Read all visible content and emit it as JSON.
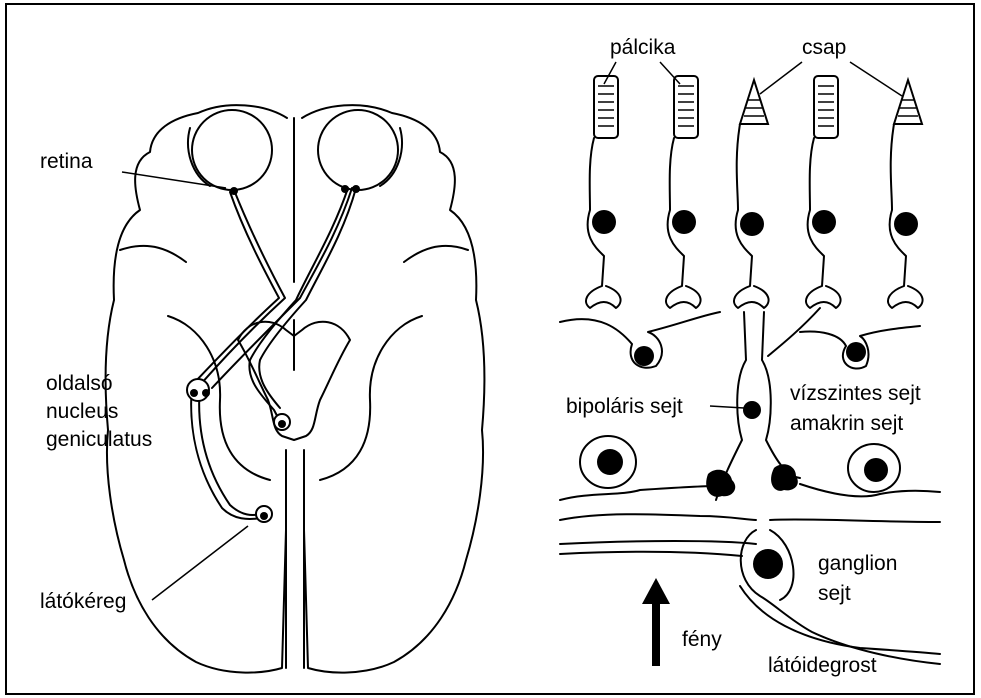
{
  "brain": {
    "labels": {
      "retina": "retina",
      "lgn_line1": "oldalsó",
      "lgn_line2": "nucleus",
      "lgn_line3": "geniculatus",
      "cortex": "látókéreg"
    }
  },
  "retina_layers": {
    "labels": {
      "rod": "pálcika",
      "cone": "csap",
      "bipolar": "bipoláris sejt",
      "horizontal": "vízszintes sejt",
      "amacrine": "amakrin sejt",
      "ganglion_line1": "ganglion",
      "ganglion_line2": "sejt",
      "light": "fény",
      "optic_fiber": "látóidegrost"
    }
  },
  "colors": {
    "ink": "#000000",
    "paper": "#ffffff"
  }
}
